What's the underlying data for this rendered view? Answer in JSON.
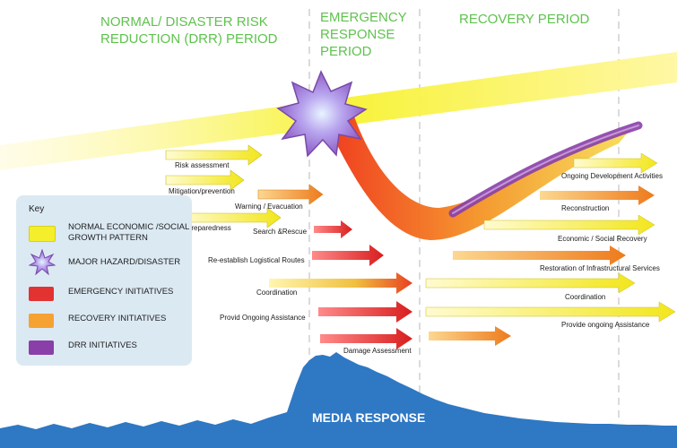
{
  "phases": {
    "normal": "NORMAL/ DISASTER RISK\nREDUCTION (DRR) PERIOD",
    "emergency": "EMERGENCY\nRESPONSE\nPERIOD",
    "recovery": "RECOVERY PERIOD"
  },
  "key": {
    "title": "Key",
    "items": [
      {
        "label": "NORMAL ECONOMIC /SOCIAL GROWTH PATTERN",
        "color": "#f4ef2a"
      },
      {
        "label": "MAJOR HAZARD/DISASTER",
        "color": "#b08ad8"
      },
      {
        "label": "EMERGENCY INITIATIVES",
        "color": "#e23232"
      },
      {
        "label": "RECOVERY INITIATIVES",
        "color": "#f5a233"
      },
      {
        "label": "DRR INITIATIVES",
        "color": "#8a3fa8"
      }
    ]
  },
  "pre_disaster_labels": {
    "risk_assessment": "Risk assessment",
    "mitigation": "Mitigation/prevention",
    "warning": "Warning / Evacuation",
    "preparedness": "Preparedness"
  },
  "emergency_labels": {
    "search_rescue": "Search &Rescue",
    "logistical": "Re-establish Logistical Routes",
    "coordination": "Coordination",
    "ongoing_assistance": "Provid Ongoing Assistance",
    "damage": "Damage Assessment"
  },
  "recovery_labels": {
    "development": "Ongoing Development Activities",
    "reconstruction": "Reconstruction",
    "economic": "Economic / Social Recovery",
    "infrastructure": "Restoration of Infrastructural Services",
    "coordination": "Coordination",
    "ongoing": "Provide ongoing Assistance"
  },
  "media": {
    "label": "MEDIA RESPONSE",
    "color": "#2e78c4"
  },
  "colors": {
    "phase_text": "#5fc24e",
    "emergency_arrow": "#e23232",
    "recovery_arrow": "#f5a233",
    "growth_band": "#f4ef2a",
    "drr_band": "#8a3fa8"
  }
}
